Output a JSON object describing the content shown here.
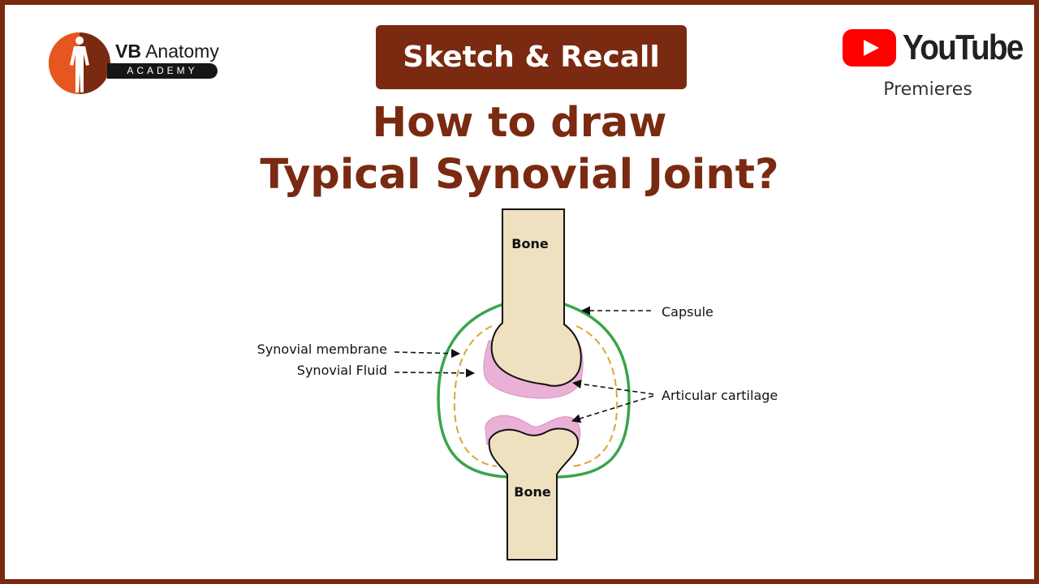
{
  "brand": {
    "name_bold": "VB",
    "name_rest": " Anatomy",
    "subtitle": "ACADEMY",
    "colors": {
      "orange": "#e8561f",
      "maroon": "#7a2a10",
      "dark": "#161616"
    }
  },
  "badge": {
    "label": "Sketch & Recall",
    "color": "#7a2a10"
  },
  "youtube": {
    "wordmark": "YouTube",
    "caption": "Premieres",
    "red": "#ff0000"
  },
  "title": {
    "line1": "How to draw",
    "line2": "Typical Synovial Joint?",
    "color": "#7a2a10"
  },
  "diagram": {
    "bone_upper": "Bone",
    "bone_lower": "Bone",
    "labels": {
      "capsule": "Capsule",
      "synovial_membrane": "Synovial membrane",
      "synovial_fluid": "Synovial Fluid",
      "articular_cartilage": "Articular cartilage"
    },
    "colors": {
      "bone": "#efe0bf",
      "cartilage": "#eab0d6",
      "capsule": "#3aa54a",
      "membrane": "#e0a23a"
    }
  }
}
